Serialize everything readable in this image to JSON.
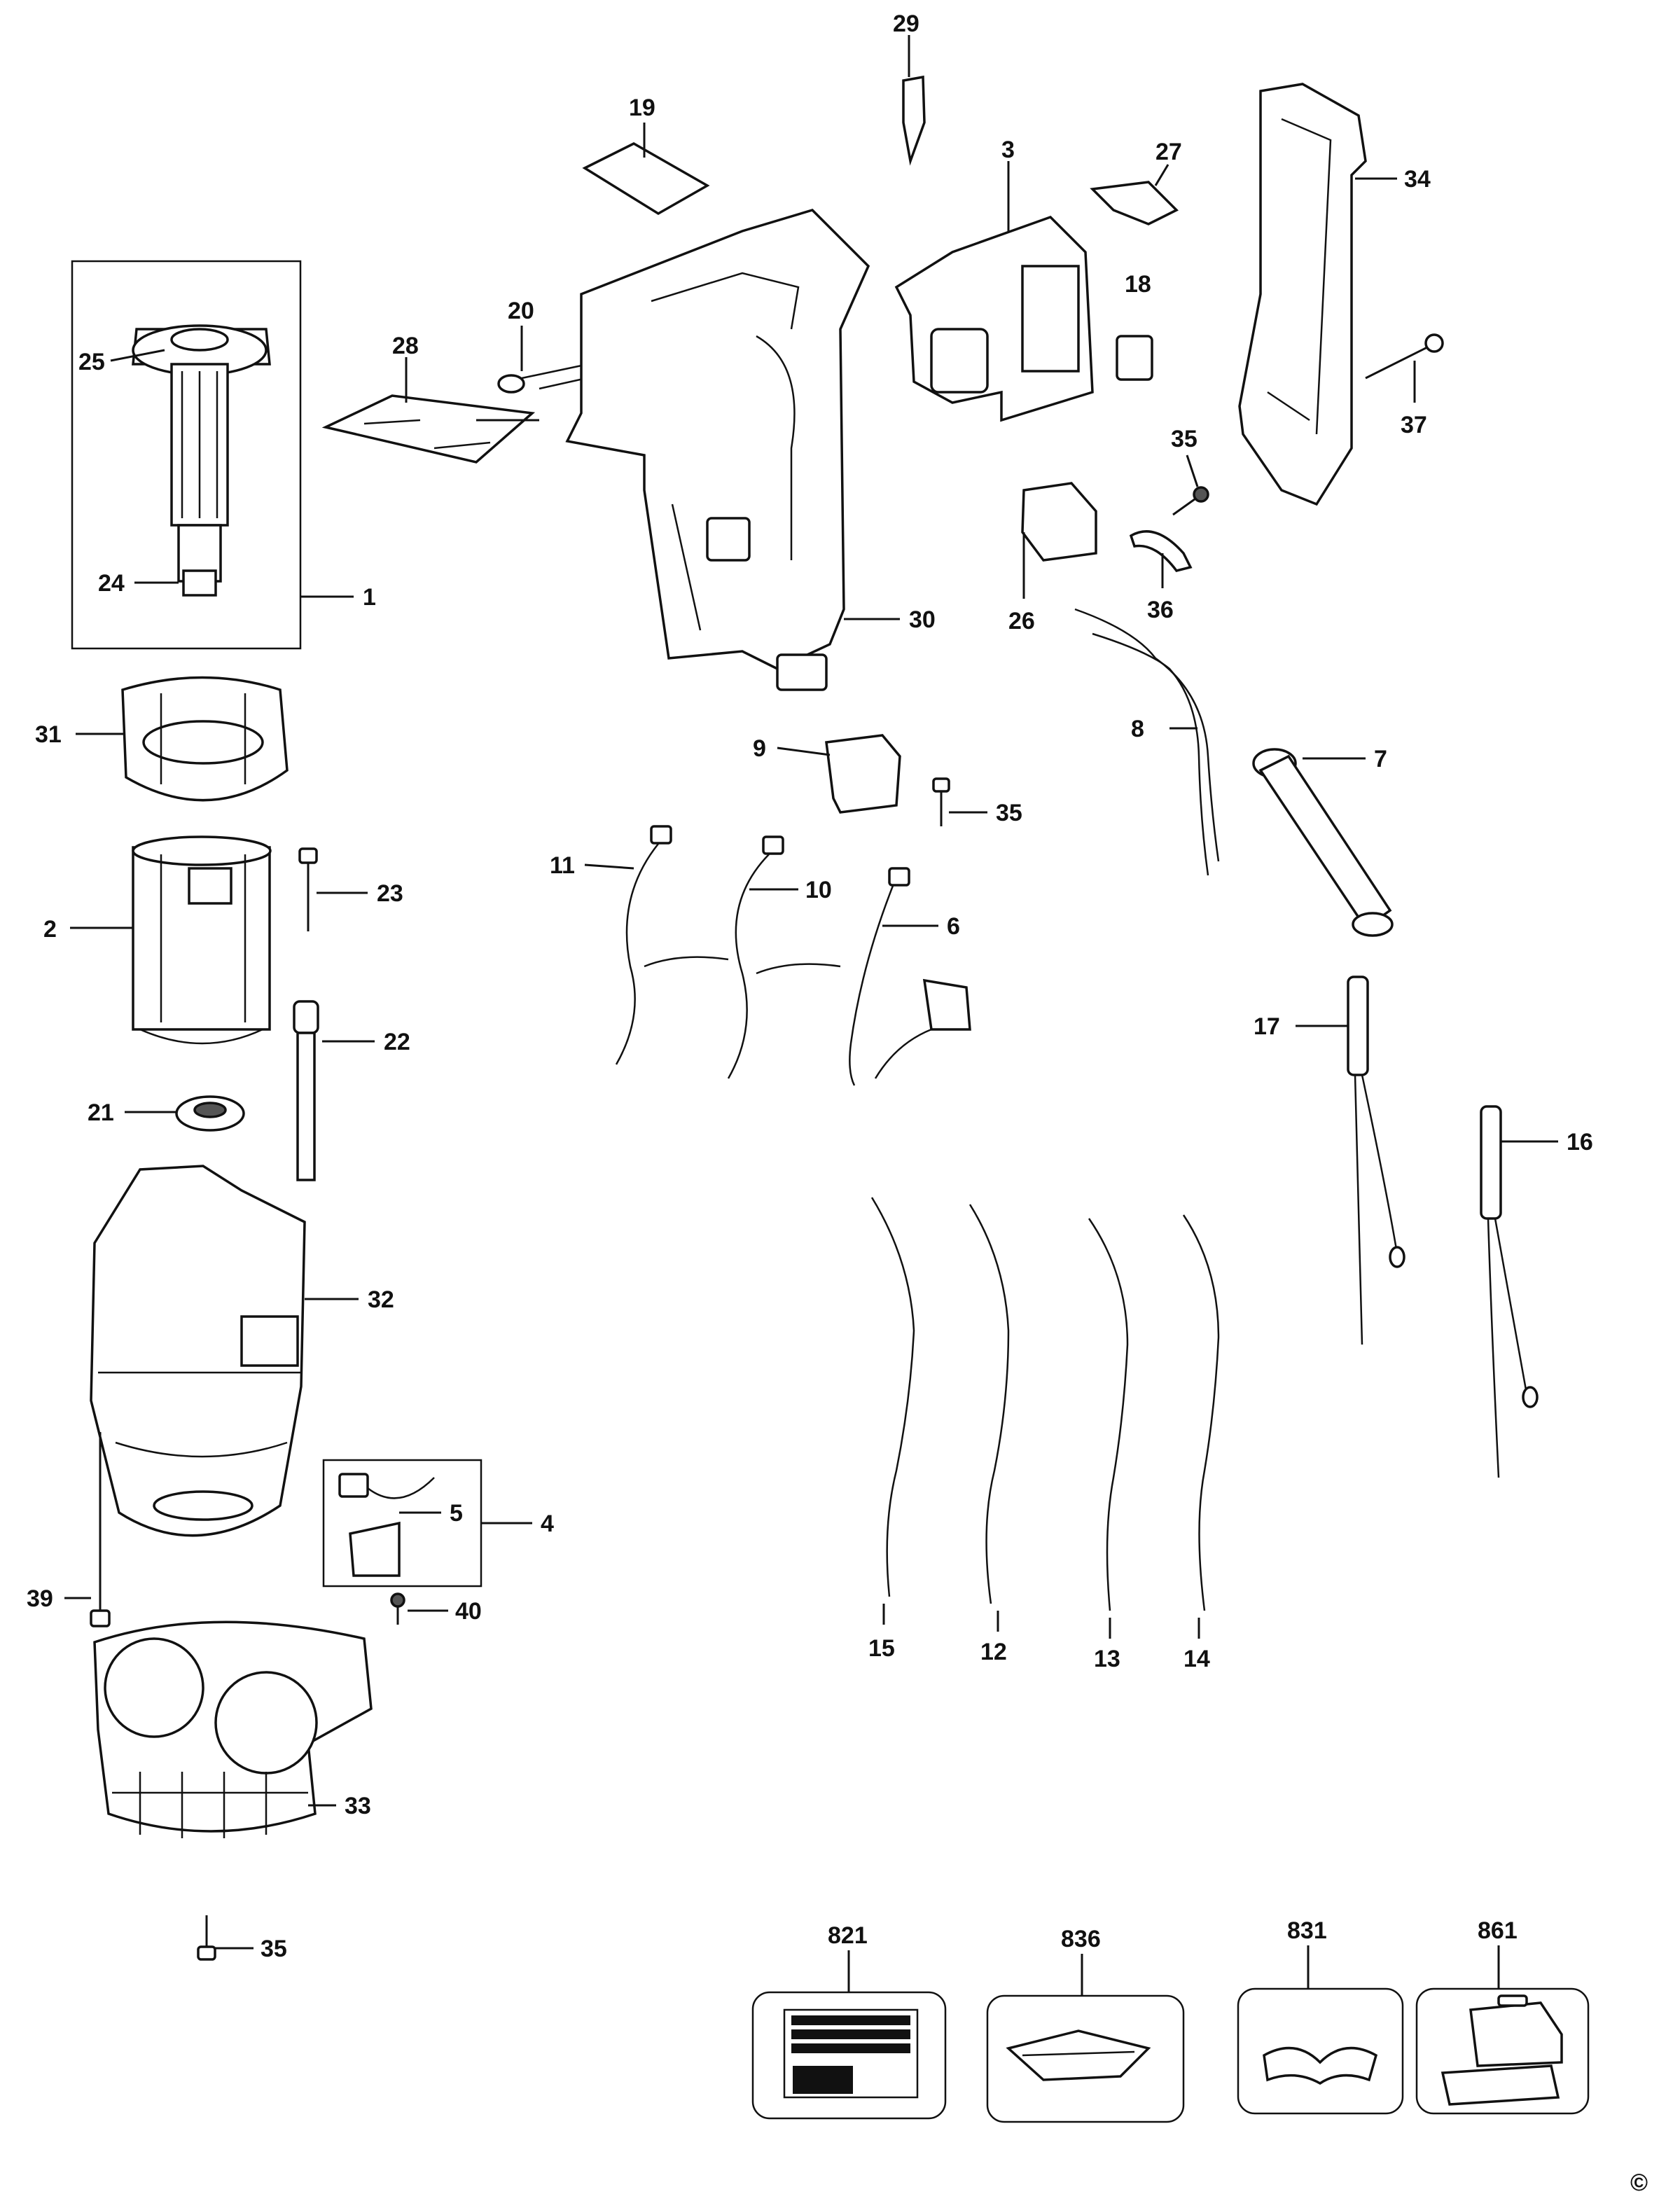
{
  "diagram": {
    "type": "exploded-parts-diagram",
    "labels": {
      "p1": "1",
      "p2": "2",
      "p3": "3",
      "p4": "4",
      "p5": "5",
      "p6": "6",
      "p7": "7",
      "p8": "8",
      "p9": "9",
      "p10": "10",
      "p11": "11",
      "p12": "12",
      "p13": "13",
      "p14": "14",
      "p15": "15",
      "p16": "16",
      "p17": "17",
      "p18": "18",
      "p19": "19",
      "p20": "20",
      "p21": "21",
      "p22": "22",
      "p23": "23",
      "p24": "24",
      "p25": "25",
      "p26": "26",
      "p27": "27",
      "p28": "28",
      "p29": "29",
      "p30": "30",
      "p31": "31",
      "p32": "32",
      "p33": "33",
      "p34": "34",
      "p35a": "35",
      "p35b": "35",
      "p35c": "35",
      "p36": "36",
      "p37": "37",
      "p39": "39",
      "p40": "40",
      "p821": "821",
      "p836": "836",
      "p831": "831",
      "p861": "861"
    },
    "copyright_symbol": "©"
  }
}
